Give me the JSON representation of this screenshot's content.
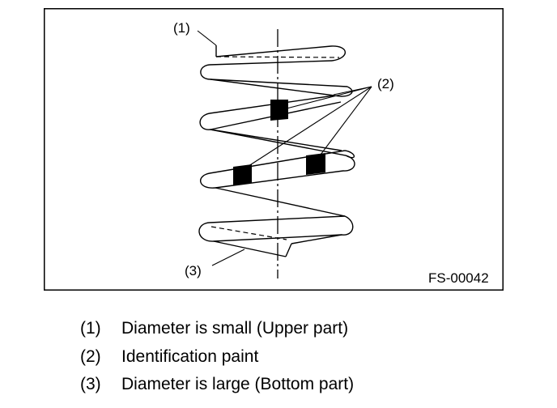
{
  "figure": {
    "figure_id": "FS-00042",
    "callouts": [
      {
        "number": "(1)"
      },
      {
        "number": "(2)"
      },
      {
        "number": "(3)"
      }
    ]
  },
  "legend": [
    {
      "number": "(1)",
      "text": "Diameter is small (Upper part)"
    },
    {
      "number": "(2)",
      "text": "Identification paint"
    },
    {
      "number": "(3)",
      "text": "Diameter is large (Bottom part)"
    }
  ]
}
